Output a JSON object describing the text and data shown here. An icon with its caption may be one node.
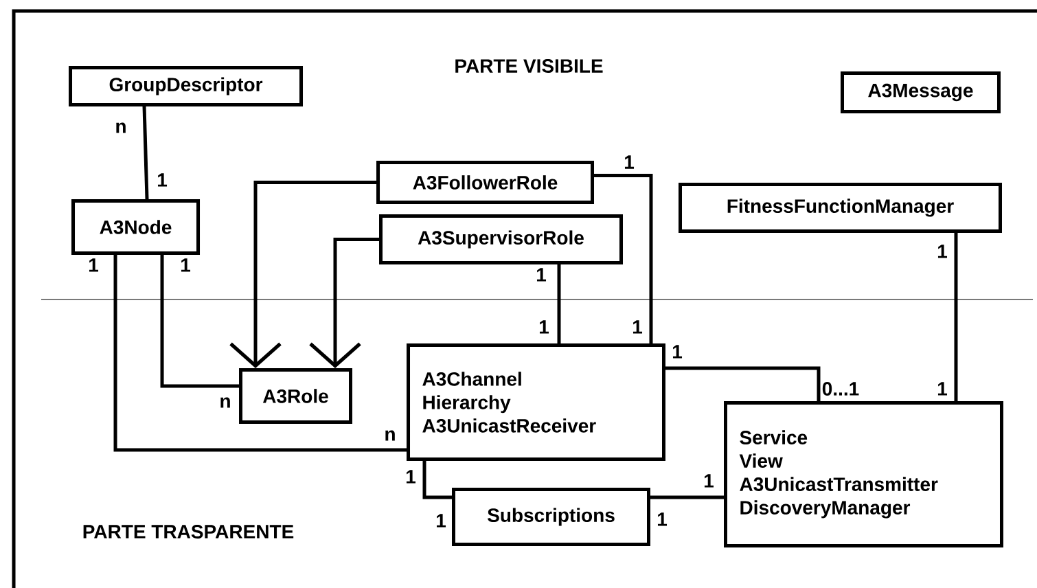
{
  "diagram": {
    "nodes": [
      {
        "text": [
          "GroupDescriptor"
        ]
      },
      {
        "text": [
          "A3Message"
        ]
      },
      {
        "text": [
          "A3Node"
        ]
      },
      {
        "text": [
          "A3FollowerRole"
        ]
      },
      {
        "text": [
          "A3SupervisorRole"
        ]
      },
      {
        "text": [
          "FitnessFunctionManager"
        ]
      },
      {
        "text": [
          "A3Role"
        ]
      },
      {
        "text": [
          "A3Channel",
          "Hierarchy",
          "A3UnicastReceiver"
        ]
      },
      {
        "text": [
          "Service",
          "View",
          "A3UnicastTransmitter",
          "DiscoveryManager"
        ]
      },
      {
        "text": [
          "Subscriptions"
        ]
      }
    ],
    "edges": [
      {
        "from": 0,
        "to": 2,
        "arrow": "none"
      },
      {
        "from": 3,
        "to": 6,
        "arrow": "to"
      },
      {
        "from": 4,
        "to": 6,
        "arrow": "to"
      },
      {
        "from": 2,
        "to": 6,
        "arrow": "none"
      },
      {
        "from": 2,
        "to": 7,
        "arrow": "none"
      },
      {
        "from": 4,
        "to": 7,
        "arrow": "none"
      },
      {
        "from": 3,
        "to": 7,
        "arrow": "none"
      },
      {
        "from": 7,
        "to": 8,
        "arrow": "none"
      },
      {
        "from": 5,
        "to": 8,
        "arrow": "none"
      },
      {
        "from": 7,
        "to": 9,
        "arrow": "none"
      },
      {
        "from": 9,
        "to": 8,
        "arrow": "none"
      }
    ],
    "labels": [
      "PARTE VISIBILE",
      "n",
      "1",
      "1",
      "1",
      "1",
      "1",
      "1",
      "1",
      "1",
      "1",
      "0...1",
      "1",
      "n",
      "n",
      "1",
      "1",
      "1",
      "1",
      "PARTE TRASPARENTE"
    ]
  }
}
